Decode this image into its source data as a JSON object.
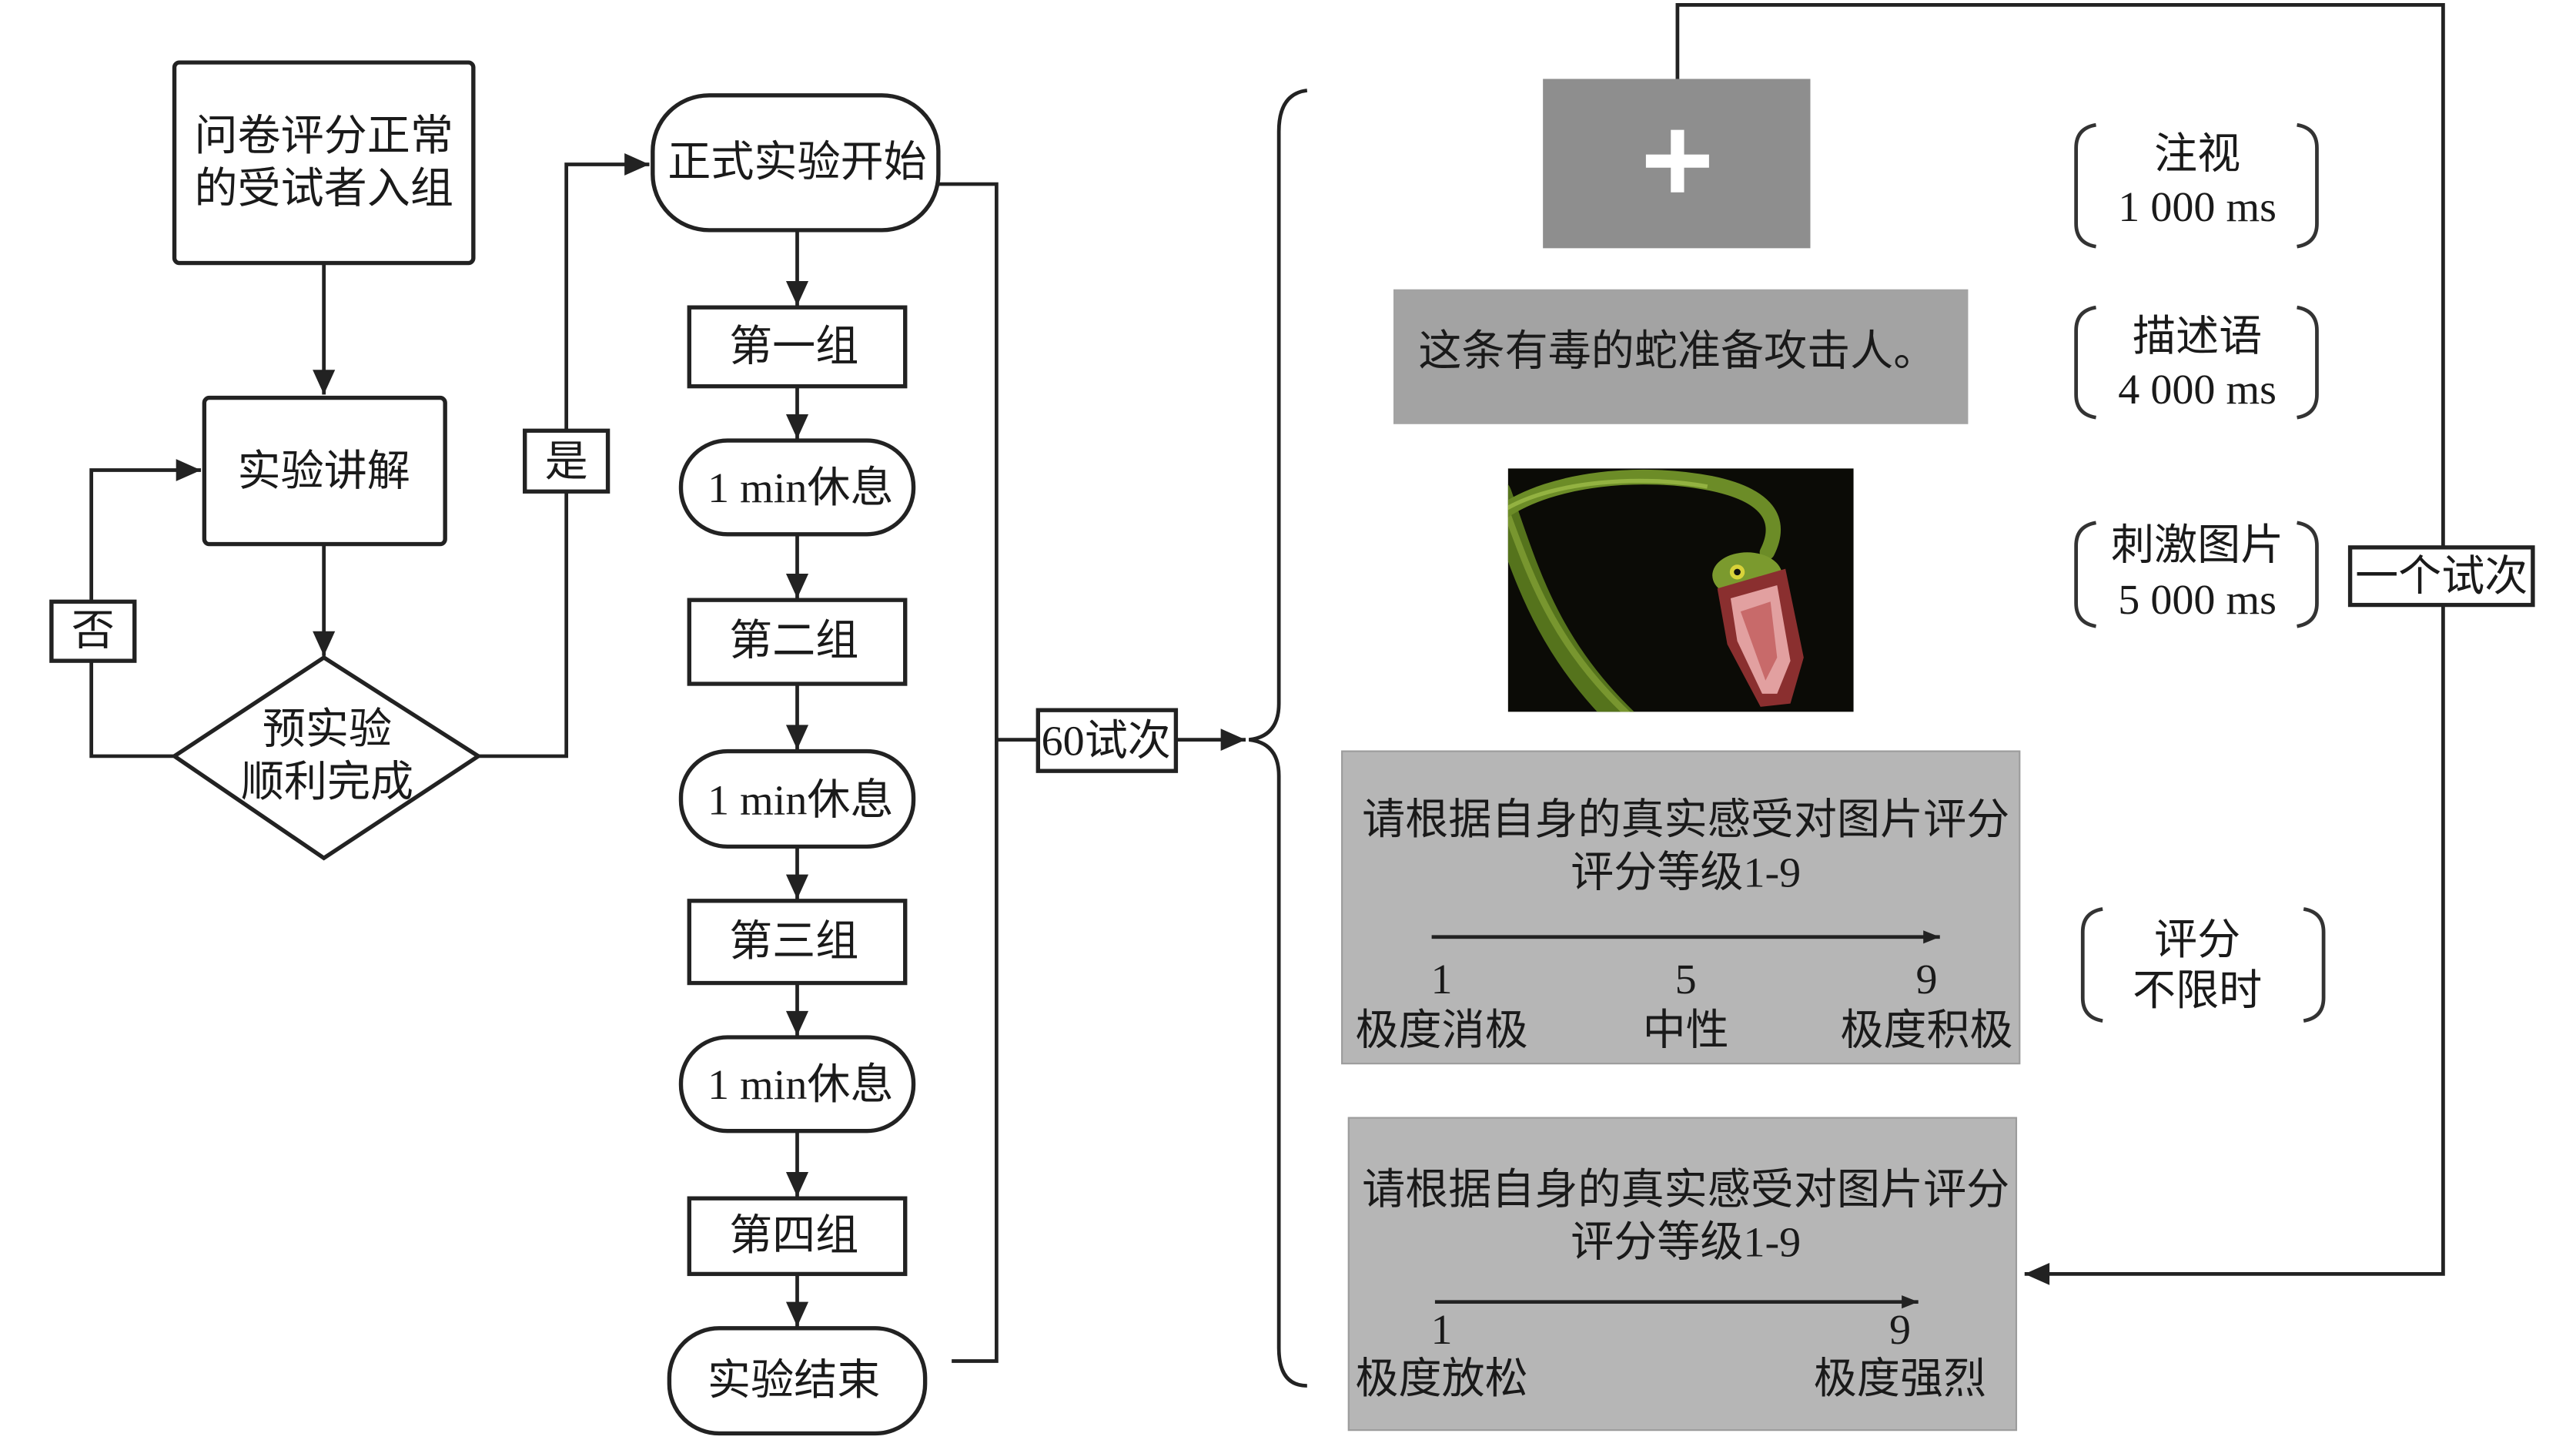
{
  "flow": {
    "enroll_lines": [
      "问卷评分正常",
      "的受试者入组"
    ],
    "explain": "实验讲解",
    "pretest_lines": [
      "预实验",
      "顺利完成"
    ],
    "branch_no": "否",
    "branch_yes": "是",
    "start": "正式实验开始",
    "steps": [
      "第一组",
      "1 min休息",
      "第二组",
      "1 min休息",
      "第三组",
      "1 min休息",
      "第四组"
    ],
    "end": "实验结束",
    "trials_label": "60试次"
  },
  "trial": {
    "sentence": "这条有毒的蛇准备攻击人。",
    "valence_rating": {
      "prompt_lines": [
        "请根据自身的真实感受对图片评分",
        "评分等级1-9"
      ],
      "scale_points": [
        {
          "value": "1",
          "label": "极度消极"
        },
        {
          "value": "5",
          "label": "中性"
        },
        {
          "value": "9",
          "label": "极度积极"
        }
      ]
    },
    "arousal_rating": {
      "prompt_lines": [
        "请根据自身的真实感受对图片评分",
        "评分等级1-9"
      ],
      "scale_points": [
        {
          "value": "1",
          "label": "极度放松"
        },
        {
          "value": "9",
          "label": "极度强烈"
        }
      ]
    },
    "phases": [
      {
        "name": "注视",
        "duration": "1 000 ms"
      },
      {
        "name": "描述语",
        "duration": "4 000 ms"
      },
      {
        "name": "刺激图片",
        "duration": "5 000 ms"
      },
      {
        "name": "评分",
        "duration": "不限时"
      }
    ],
    "loop_label": "一个试次"
  },
  "icons": {
    "fixation": "fixation-cross-icon",
    "stimulus": "snake-photo"
  },
  "colors": {
    "line": "#222222",
    "fixation_panel": "#8e8e8e",
    "sentence_panel": "#a3a3a3",
    "rating_panel": "#b6b6b6",
    "fixation_cross": "#ffffff"
  }
}
